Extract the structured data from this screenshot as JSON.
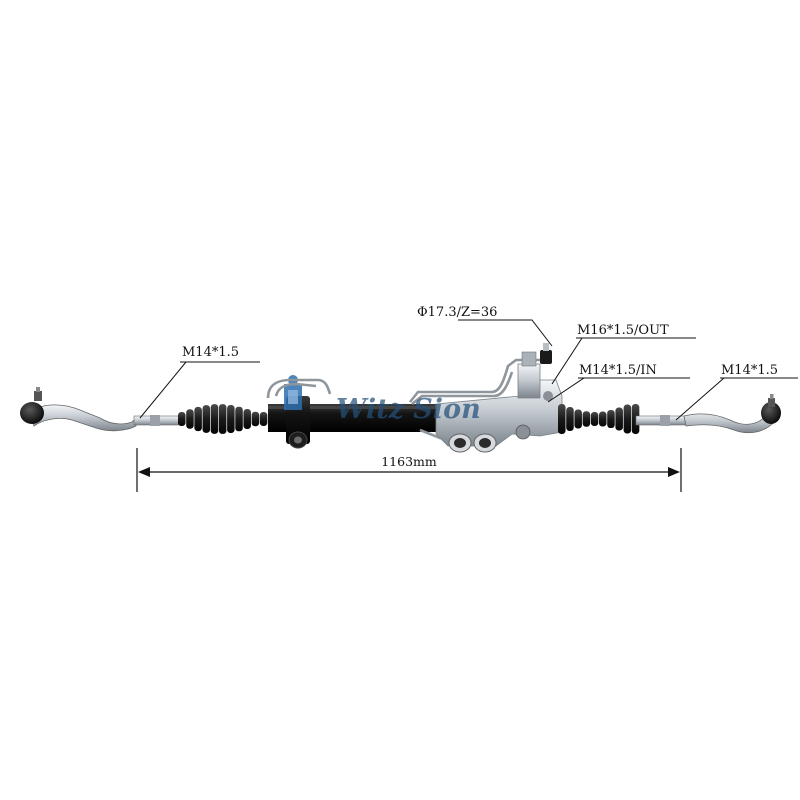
{
  "callouts": {
    "left_thread": "M14*1.5",
    "pinion_spec": "Φ17.3/Z=36",
    "out_port": "M16*1.5/OUT",
    "in_port": "M14*1.5/IN",
    "right_thread": "M14*1.5"
  },
  "dimension": {
    "overall_length": "1163mm"
  },
  "watermark": {
    "brand": "Witz Sion"
  },
  "colors": {
    "line": "#111111",
    "rubber": "#1a1a1a",
    "tube": "#0f0f0f",
    "metal": "#c9ced4",
    "accent": "#2d6fb0"
  }
}
